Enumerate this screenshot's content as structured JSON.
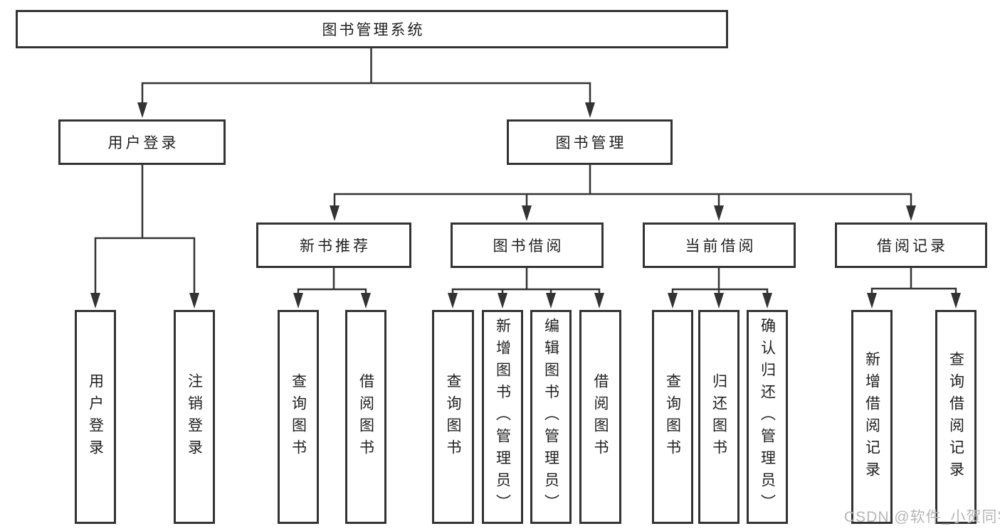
{
  "colors": {
    "line": "#333333",
    "box_border": "#333333",
    "text": "#1f1f1f",
    "watermark": "#b6b6b6",
    "background": "#ffffff"
  },
  "watermark": {
    "text": "CSDN @软件_小贺同学"
  },
  "tree": {
    "root": "图书管理系统",
    "level1": [
      {
        "label": "用户登录",
        "children": [
          {
            "label": "用户登录"
          },
          {
            "label": "注销登录"
          }
        ]
      },
      {
        "label": "图书管理",
        "children": [
          {
            "label": "新书推荐",
            "children": [
              {
                "label": "查询图书"
              },
              {
                "label": "借阅图书"
              }
            ]
          },
          {
            "label": "图书借阅",
            "children": [
              {
                "label": "查询图书"
              },
              {
                "label": "新增图书（管理员）"
              },
              {
                "label": "编辑图书（管理员）"
              },
              {
                "label": "借阅图书"
              }
            ]
          },
          {
            "label": "当前借阅",
            "children": [
              {
                "label": "查询图书"
              },
              {
                "label": "归还图书"
              },
              {
                "label": "确认归还（管理员）"
              }
            ]
          },
          {
            "label": "借阅记录",
            "children": [
              {
                "label": "新增借阅记录"
              },
              {
                "label": "查询借阅记录"
              }
            ]
          }
        ]
      }
    ]
  }
}
